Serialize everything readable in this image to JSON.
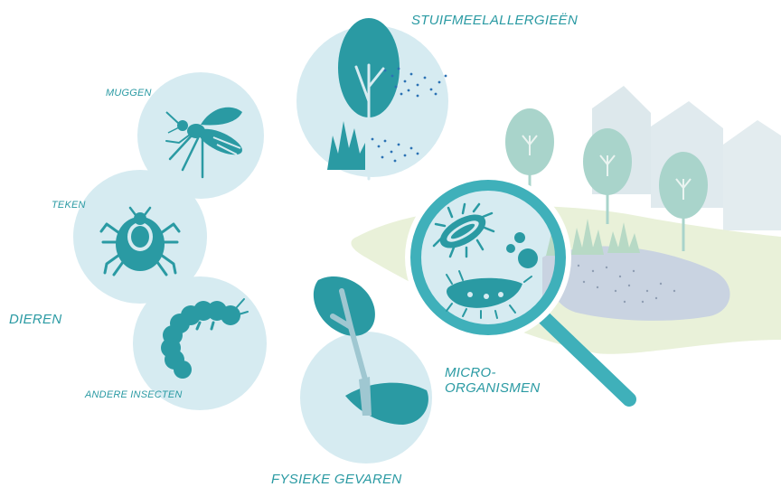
{
  "labels": {
    "stuifmeelallergieen": "STUIFMEELALLERGIEËN",
    "muggen": "MUGGEN",
    "teken": "TEKEN",
    "dieren": "DIEREN",
    "andere_insecten": "ANDERE INSECTEN",
    "micro_line1": "MICRO-",
    "micro_line2": "ORGANISMEN",
    "fysieke_gevaren": "FYSIEKE GEVAREN"
  },
  "icons": {
    "mosquito": "mosquito-icon",
    "tick": "tick-icon",
    "caterpillar": "caterpillar-icon",
    "pollen_tree": "pollen-tree-icon",
    "broken_branch": "broken-branch-icon",
    "magnifier": "magnifying-glass-icon",
    "houses": "house-silhouette-icon",
    "trees": "tree-icon"
  },
  "colors": {
    "circle_fill": "#d6ebf1",
    "icon_teal": "#2a9aa3",
    "label_teal": "#2a9aa3",
    "magnifier_teal": "#3fb0ba",
    "lawn": "#e9f1d9",
    "pond": "#c9d3e1",
    "house": "#dde8ec",
    "tree_light": "#a9d4cb"
  }
}
